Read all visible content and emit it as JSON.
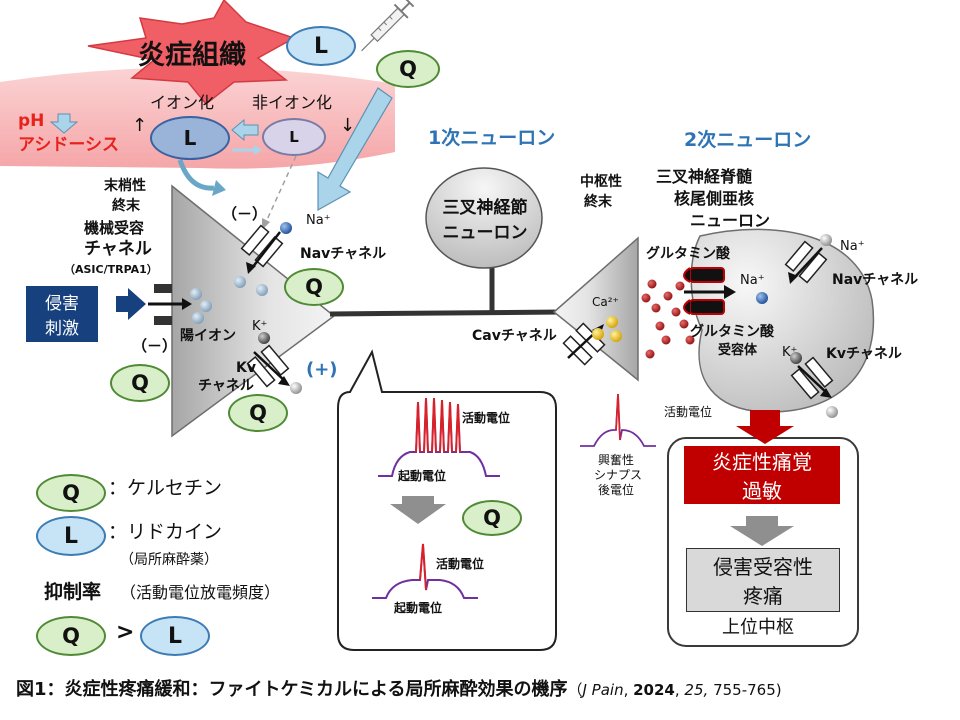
{
  "inflamed_tissue": {
    "title": "炎症組織",
    "ph_label": "pH",
    "acidosis_label": "アシドーシス",
    "ionized_label": "イオン化",
    "nonionized_label": "非イオン化",
    "ionized_mol": "L",
    "nonionized_mol": "L",
    "arrow_up": "↑",
    "arrow_down": "↓"
  },
  "chips": {
    "quercetin": "Q",
    "lidocaine": "L"
  },
  "neuron1": {
    "title": "1次ニューロン",
    "peripheral_terminal": [
      "末梢性",
      "終末"
    ],
    "mechanoreceptor": [
      "機械受容",
      "チャネル"
    ],
    "asic": "（ASIC/TRPA1）",
    "noxious_stimulus": [
      "侵害",
      "刺激"
    ],
    "minus_left": "（－）",
    "minus_top": "（－）",
    "cation": "陽イオン",
    "na": "Na⁺",
    "nav": "Navチャネル",
    "k": "K⁺",
    "kv": [
      "Kv",
      "チャネル"
    ],
    "plus": "(+)",
    "ganglion": [
      "三叉神経節",
      "ニューロン"
    ],
    "central_terminal": [
      "中枢性",
      "終末"
    ],
    "ca": "Ca²⁺",
    "cav": "Cavチャネル"
  },
  "inset": {
    "ap_top": "活動電位",
    "gp_top": "起動電位",
    "ap_bottom": "活動電位",
    "gp_bottom": "起動電位"
  },
  "neuron2": {
    "title": "2次ニューロン",
    "name": [
      "三叉神経脊髄",
      "核尾側亜核",
      "ニューロン"
    ],
    "glutamate": "グルタミン酸",
    "na_inside": "Na⁺",
    "glu_receptor": [
      "グルタミン酸",
      "受容体"
    ],
    "k": "K⁺",
    "kv": "Kvチャネル",
    "na": "Na⁺",
    "nav": "Navチャネル",
    "action_potential": "活動電位",
    "epsp": [
      "興奮性",
      "シナプス",
      "後電位"
    ]
  },
  "outcome": {
    "hyperalgesia": [
      "炎症性痛覚",
      "過敏"
    ],
    "nociceptive_pain": [
      "侵害受容性",
      "疼痛"
    ],
    "higher_center": "上位中枢"
  },
  "legend": {
    "q_desc": "：ケルセチン",
    "l_desc": "：リドカイン",
    "l_sub": "（局所麻酔薬）",
    "inhibition_title": "抑制率",
    "inhibition_sub": "（活動電位放電頻度）",
    "compare": ">"
  },
  "caption": {
    "main": "図1：炎症性疼痛緩和：ファイトケミカルによる局所麻酔効果の機序",
    "ref_open": "（",
    "journal": "J Pain",
    "year": "2024",
    "volume": "25,",
    "pages": "755-765)"
  }
}
